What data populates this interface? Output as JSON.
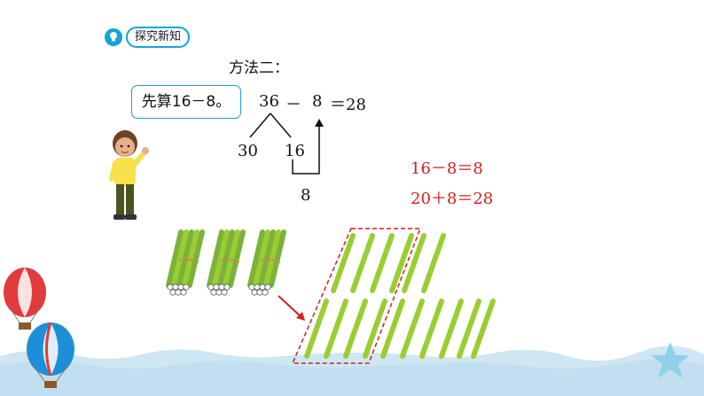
{
  "section_tag": {
    "label": "探究新知",
    "icon": "lightbulb-icon"
  },
  "method_title": "方法二：",
  "speech_bubble": "先算16－8。",
  "equation": {
    "a": "36",
    "op": "－",
    "b": "8",
    "result": "＝28"
  },
  "decompose": {
    "left": "30",
    "right": "16",
    "bottom": "8"
  },
  "steps": [
    "16－8＝8",
    "20＋8＝28"
  ],
  "colors": {
    "accent": "#12a3d9",
    "red": "#d11f1f",
    "stick": "#9acd32",
    "sea": "#cfe6f3"
  }
}
